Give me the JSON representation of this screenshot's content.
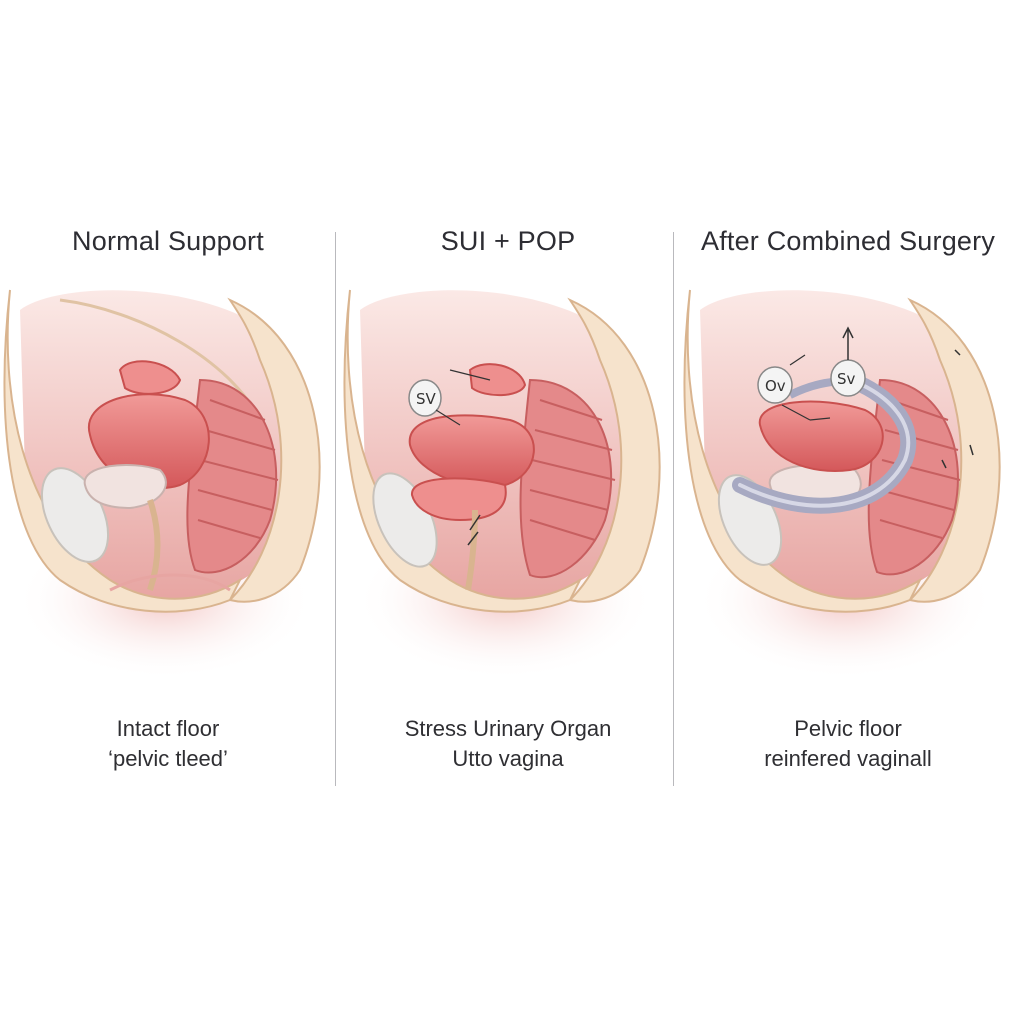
{
  "panels": [
    {
      "title": "Normal Support",
      "caption_lines": [
        "Intact floor",
        "‘pelvic tleed’"
      ]
    },
    {
      "title": "SUI + POP",
      "caption_lines": [
        "Stress Urinary Organ",
        "Utto vagina"
      ]
    },
    {
      "title": "After Combined Surgery",
      "caption_lines": [
        "Pelvic floor",
        "reinfered vaginall"
      ]
    }
  ],
  "tags": {
    "panel2_tag": "SV",
    "panel3_tag_left": "Ov",
    "panel3_tag_right": "Sv"
  },
  "colors": {
    "tissue_cream": "#f6e3cc",
    "tissue_outline": "#d9b48f",
    "organ_pink": "#e9777a",
    "organ_dark": "#c9504f",
    "rectum_muscle": "#e4898a",
    "shadow_pink": "#f2c9c6",
    "mesh_gray": "#a7a9c2",
    "bone_white": "#ecebea"
  }
}
